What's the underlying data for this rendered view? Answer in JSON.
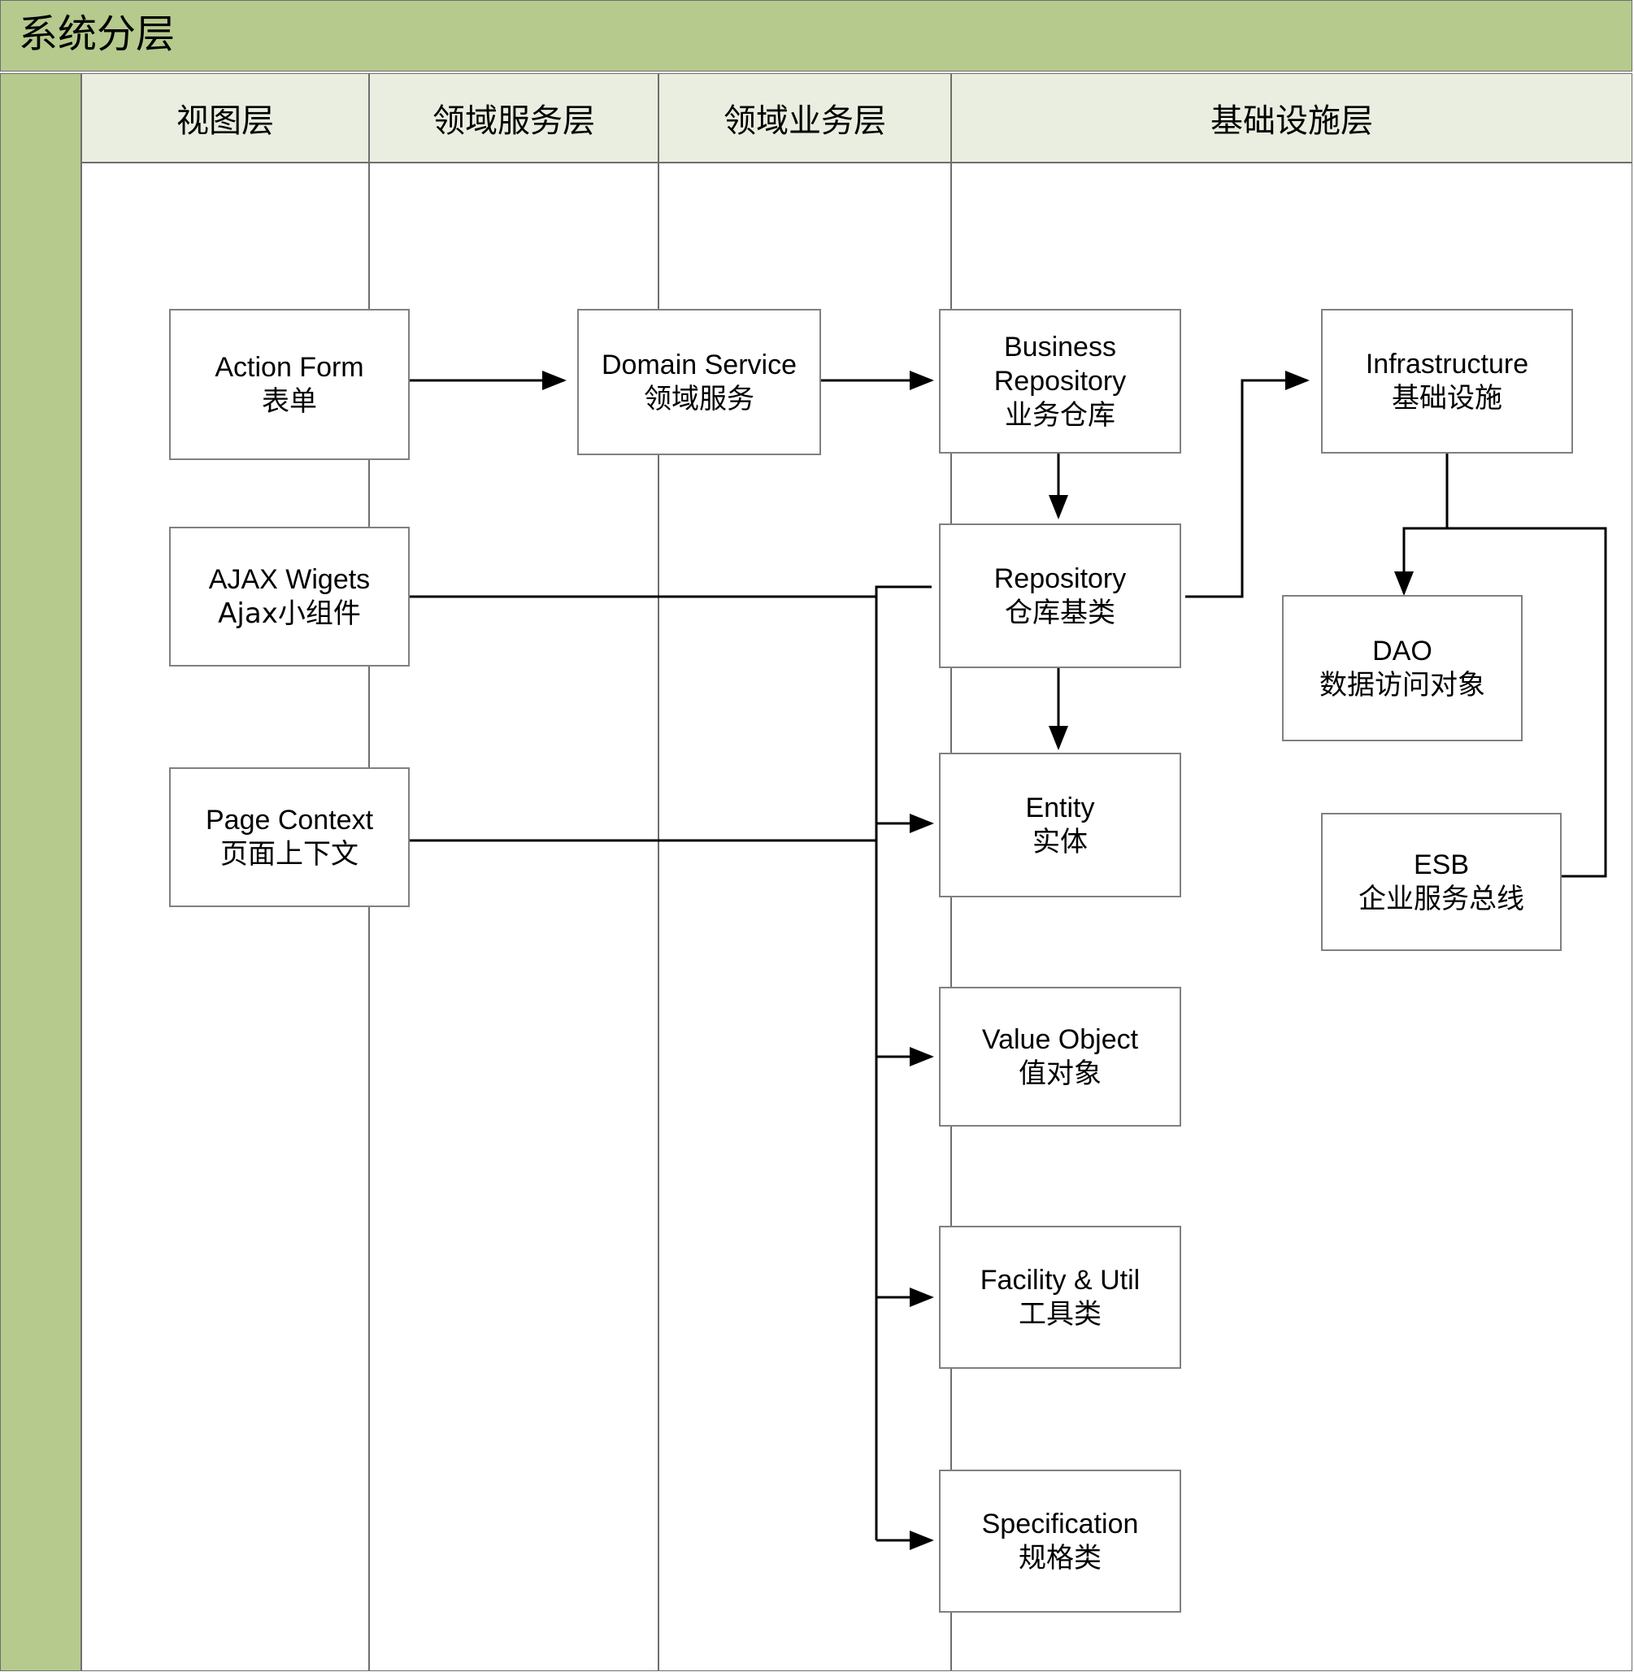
{
  "title": "系统分层",
  "colors": {
    "banner": "#b6ca8e",
    "header_cell": "#eaeee0",
    "body_cell": "#ffffff",
    "border": "#6e6e6e",
    "node_border": "#808080",
    "connector": "#000000"
  },
  "columns": [
    {
      "key": "view",
      "label": "视图层"
    },
    {
      "key": "domain_service",
      "label": "领域服务层"
    },
    {
      "key": "domain_business",
      "label": "领域业务层"
    },
    {
      "key": "infrastructure",
      "label": "基础设施层"
    }
  ],
  "nodes": {
    "action_form": {
      "en": "Action Form",
      "zh": "表单",
      "column": "view"
    },
    "ajax_wigets": {
      "en": "AJAX Wigets",
      "zh": "Ajax小组件",
      "column": "view"
    },
    "page_context": {
      "en": "Page Context",
      "zh": "页面上下文",
      "column": "view"
    },
    "domain_service": {
      "en": "Domain Service",
      "zh": "领域服务",
      "column": "domain_service"
    },
    "business_repository": {
      "en": "Business\nRepository",
      "zh": "业务仓库",
      "column": "domain_business"
    },
    "repository": {
      "en": "Repository",
      "zh": "仓库基类",
      "column": "domain_business"
    },
    "entity": {
      "en": "Entity",
      "zh": "实体",
      "column": "domain_business"
    },
    "value_object": {
      "en": "Value Object",
      "zh": "值对象",
      "column": "domain_business"
    },
    "facility_util": {
      "en": "Facility & Util",
      "zh": "工具类",
      "column": "domain_business"
    },
    "specification": {
      "en": "Specification",
      "zh": "规格类",
      "column": "domain_business"
    },
    "infrastructure": {
      "en": "Infrastructure",
      "zh": "基础设施",
      "column": "infrastructure"
    },
    "dao": {
      "en": "DAO",
      "zh": "数据访问对象",
      "column": "infrastructure"
    },
    "esb": {
      "en": "ESB",
      "zh": "企业服务总线",
      "column": "infrastructure"
    }
  },
  "connections": [
    {
      "from": "action_form",
      "to": "domain_service",
      "arrow": true
    },
    {
      "from": "domain_service",
      "to": "business_repository",
      "arrow": true
    },
    {
      "from": "business_repository",
      "to": "repository",
      "arrow": true
    },
    {
      "from": "business_repository",
      "to": "infrastructure",
      "arrow": true
    },
    {
      "from": "repository",
      "to": "entity",
      "arrow": true
    },
    {
      "from": "ajax_wigets",
      "to": "repository",
      "arrow": false
    },
    {
      "from": "page_context",
      "to": "entity",
      "arrow": true
    },
    {
      "from": "page_context",
      "to": "value_object",
      "arrow": true
    },
    {
      "from": "page_context",
      "to": "facility_util",
      "arrow": true
    },
    {
      "from": "page_context",
      "to": "specification",
      "arrow": true
    },
    {
      "from": "infrastructure",
      "to": "dao",
      "arrow": true
    },
    {
      "from": "infrastructure",
      "to": "esb",
      "arrow": true
    }
  ]
}
